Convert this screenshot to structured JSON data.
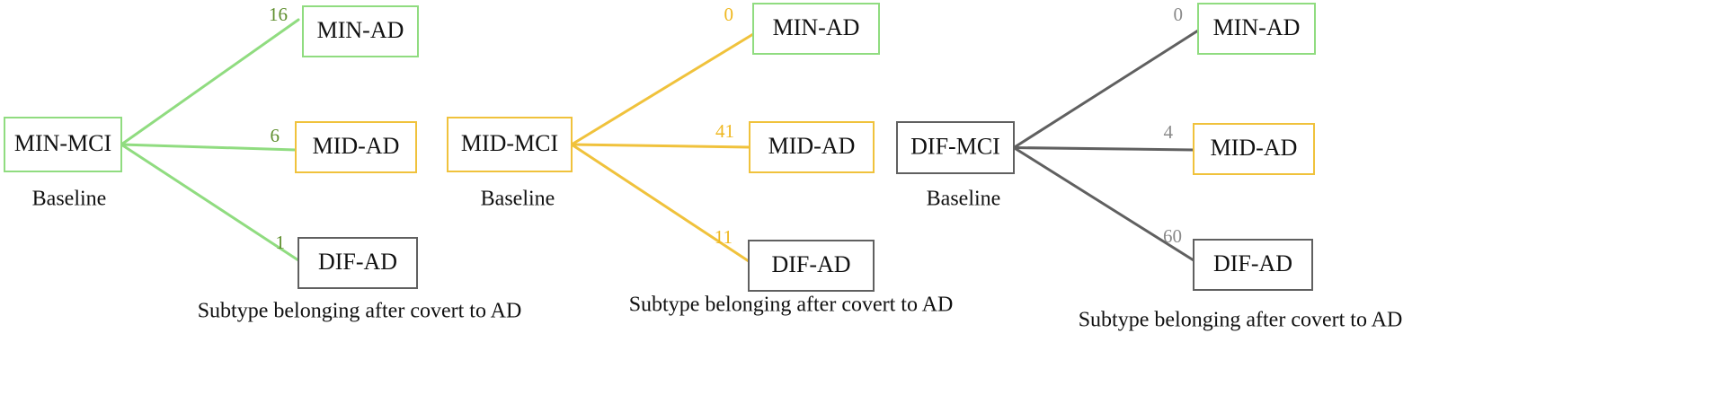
{
  "colors": {
    "min": "#90dc80",
    "mid": "#f0c23c",
    "dif": "#606060",
    "min_count": "#5f8f2e",
    "mid_count": "#efb820",
    "dif_count": "#8a8a8a"
  },
  "trees": [
    {
      "baseline": {
        "label": "MIN-MCI",
        "color_key": "min"
      },
      "baseline_caption": "Baseline",
      "caption": "Subtype belonging after covert to AD",
      "line_color_key": "min",
      "count_color_key": "min_count",
      "outcomes": [
        {
          "label": "MIN-AD",
          "count": "16",
          "color_key": "min"
        },
        {
          "label": "MID-AD",
          "count": "6",
          "color_key": "mid"
        },
        {
          "label": "DIF-AD",
          "count": "1",
          "color_key": "dif"
        }
      ]
    },
    {
      "baseline": {
        "label": "MID-MCI",
        "color_key": "mid"
      },
      "baseline_caption": "Baseline",
      "caption": "Subtype belonging after covert to AD",
      "line_color_key": "mid",
      "count_color_key": "mid_count",
      "outcomes": [
        {
          "label": "MIN-AD",
          "count": "0",
          "color_key": "min"
        },
        {
          "label": "MID-AD",
          "count": "41",
          "color_key": "mid"
        },
        {
          "label": "DIF-AD",
          "count": "11",
          "color_key": "dif"
        }
      ]
    },
    {
      "baseline": {
        "label": "DIF-MCI",
        "color_key": "dif"
      },
      "baseline_caption": "Baseline",
      "caption": "Subtype belonging after covert to AD",
      "line_color_key": "dif",
      "count_color_key": "dif_count",
      "outcomes": [
        {
          "label": "MIN-AD",
          "count": "0",
          "color_key": "min"
        },
        {
          "label": "MID-AD",
          "count": "4",
          "color_key": "mid"
        },
        {
          "label": "DIF-AD",
          "count": "60",
          "color_key": "dif"
        }
      ]
    }
  ]
}
